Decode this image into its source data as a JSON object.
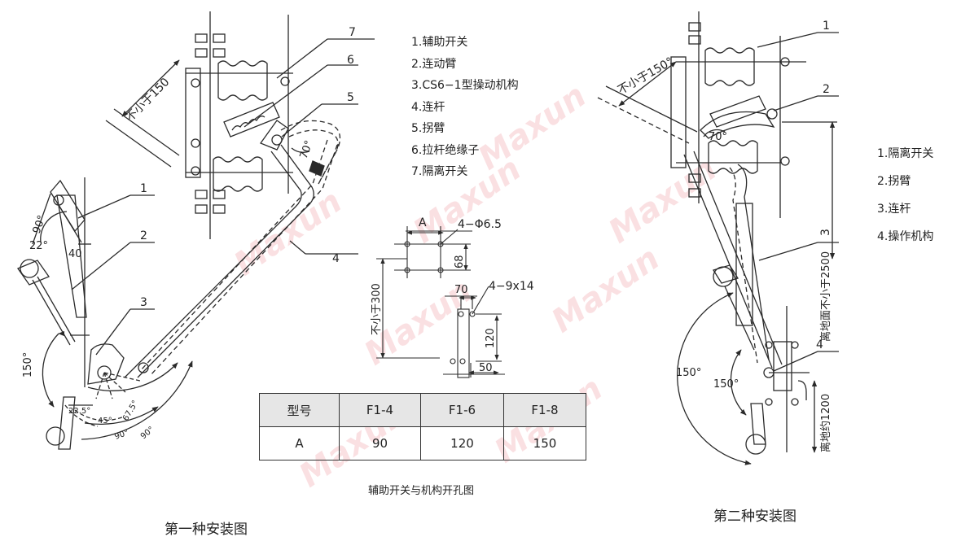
{
  "left_diagram": {
    "caption": "第一种安装图",
    "legend": [
      "1.辅助开关",
      "2.连动臂",
      "3.CS6−1型操动机构",
      "4.连杆",
      "5.拐臂",
      "6.拉杆绝缘子",
      "7.隔离开关"
    ],
    "callouts": [
      "1",
      "2",
      "3",
      "4",
      "5",
      "6",
      "7"
    ],
    "dimensions": {
      "clearance": "不小于150",
      "angle_70": "70°",
      "angle_90": "90°",
      "angle_22": "22°",
      "dim_40": "40",
      "angle_150": "150°",
      "angle_22_5": "22.5°",
      "angle_45": "45°",
      "angle_67_5": "67.5°",
      "angle_90b": "90°",
      "angle_90c": "90°"
    }
  },
  "hole_diagram": {
    "caption": "辅助开关与机构开孔图",
    "label_a": "A",
    "label_holes_1": "4−Φ6.5",
    "dim_68": "68",
    "dim_300": "不小于300",
    "dim_70": "70",
    "label_holes_2": "4−9x14",
    "dim_120": "120",
    "dim_50": "50"
  },
  "spec_table": {
    "headers": [
      "型号",
      "F1-4",
      "F1-6",
      "F1-8"
    ],
    "row": [
      "A",
      "90",
      "120",
      "150"
    ]
  },
  "right_diagram": {
    "caption": "第二种安装图",
    "legend": [
      "1.隔离开关",
      "2.拐臂",
      "3.连杆",
      "4.操作机构"
    ],
    "callouts": [
      "1",
      "2",
      "3",
      "4"
    ],
    "dimensions": {
      "clearance": "不小于150°",
      "angle_70": "70°",
      "height_2500": "离地面不小于2500",
      "angle_150a": "150°",
      "angle_150b": "150°",
      "height_1200": "离地约1200"
    }
  },
  "watermark": "Maxun",
  "colors": {
    "line": "#2a2a2a",
    "watermark": "#f6c8cc",
    "table_header_bg": "#e6e6e6"
  }
}
